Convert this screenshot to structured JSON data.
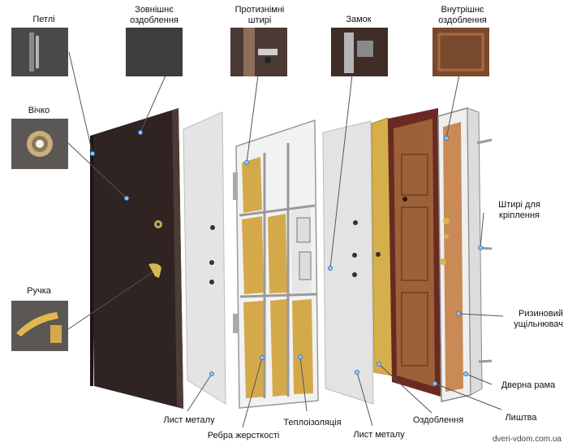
{
  "labels": {
    "hinges": "Петлі",
    "outer_finish": "Зовнішнє\nоздоблення",
    "anti_removal_pins": "Протизнімні\nштирі",
    "lock": "Замок",
    "inner_finish": "Внутрішнє\nоздоблення",
    "peephole": "Вічко",
    "handle": "Ручка",
    "mount_pins": "Штирі для\nкріплення",
    "rubber_seal": "Ризиновий\nущільнювач",
    "door_frame": "Дверна рама",
    "trim": "Лиштва",
    "metal_sheet_1": "Лист металу",
    "stiffening_ribs": "Ребра жерсткості",
    "thermal_insulation": "Теплоізоляція",
    "metal_sheet_2": "Лист металу",
    "finish": "Оздоблення"
  },
  "source_url": "dveri-vdom.com.ua",
  "colors": {
    "door_dark": "#3a2b27",
    "metal_light": "#e3e3e3",
    "insulation": "#d8b24a",
    "wood": "#8a5a35",
    "frame_red": "#6d2a22",
    "leader": "#555555",
    "pin_dot": "#9ad0ff"
  }
}
